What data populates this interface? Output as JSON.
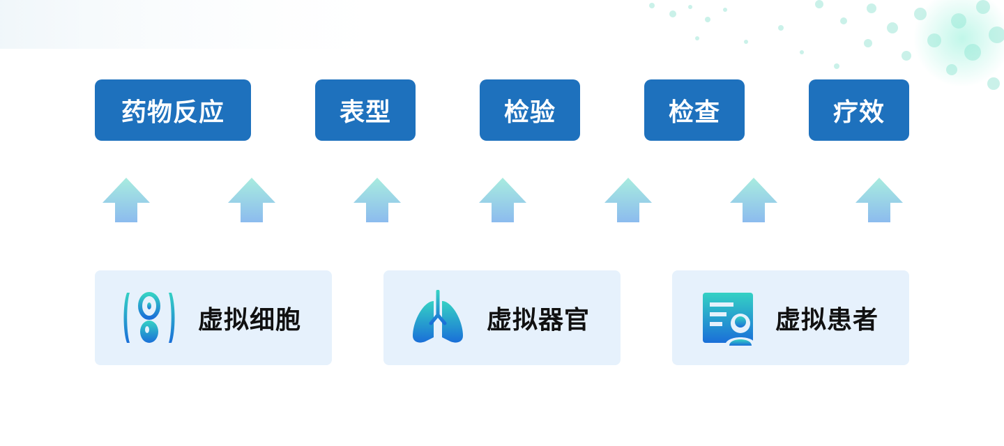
{
  "outcomes": [
    {
      "label": "药物反应"
    },
    {
      "label": "表型"
    },
    {
      "label": "检验"
    },
    {
      "label": "检查"
    },
    {
      "label": "疗效"
    }
  ],
  "models": [
    {
      "label": "虚拟细胞",
      "icon": "cell-icon"
    },
    {
      "label": "虚拟器官",
      "icon": "lungs-icon"
    },
    {
      "label": "虚拟患者",
      "icon": "patient-record-icon"
    }
  ],
  "colors": {
    "outcome_bg": "#1e71bd",
    "model_bg": "#e6f1fc",
    "arrow_top": "#a8ecdf",
    "arrow_bottom": "#8cbbee",
    "icon_top": "#35d1c4",
    "icon_bottom": "#1a6fd8"
  }
}
